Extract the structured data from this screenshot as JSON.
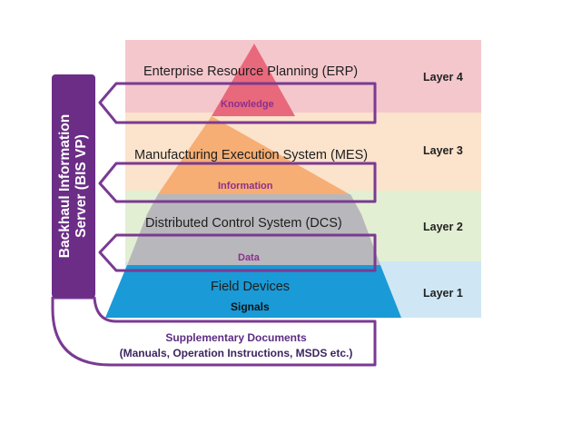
{
  "diagram": {
    "bands": [
      {
        "id": "erp",
        "label": "Enterprise Resource Planning (ERP)",
        "layer": "Layer 4",
        "color": "#f4c7cc"
      },
      {
        "id": "mes",
        "label": "Manufacturing Execution System (MES)",
        "layer": "Layer 3",
        "color": "#fbe3cc"
      },
      {
        "id": "dcs",
        "label": "Distributed Control System (DCS)",
        "layer": "Layer 2",
        "color": "#e3efd3"
      },
      {
        "id": "field",
        "label": "Field Devices",
        "layer": "Layer 1",
        "color": "#cfe7f5"
      }
    ],
    "pyramid_colors": {
      "top": "#e8697c",
      "upper": "#f6ae74",
      "middle": "#b8b8bc",
      "bottom": "#1a9ad6"
    },
    "flows": {
      "knowledge": "Knowledge",
      "information": "Information",
      "data": "Data",
      "signals": "Signals"
    },
    "side_server": {
      "line1": "Backhaul Information",
      "line2": "Server (BIS VP)",
      "color": "#6b2d86"
    },
    "supplementary": {
      "line1": "Supplementary Documents",
      "line2": "(Manuals, Operation Instructions, MSDS etc.)"
    },
    "outline_color": "#7a3a92"
  }
}
